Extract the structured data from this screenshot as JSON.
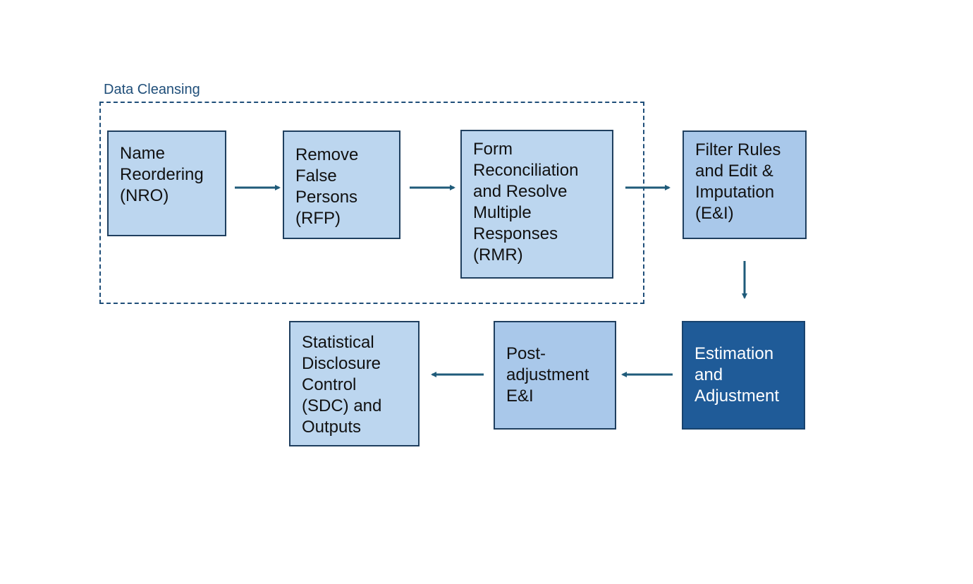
{
  "group": {
    "label": "Data Cleansing"
  },
  "nodes": {
    "nro": {
      "label": "Name Reordering (NRO)"
    },
    "rfp": {
      "label": "Remove False Persons (RFP)"
    },
    "rmr": {
      "label": "Form Reconciliation and Resolve Multiple Responses (RMR)"
    },
    "ei": {
      "label": "Filter Rules and Edit & Imputation (E&I)"
    },
    "est": {
      "label": "Estimation and Adjustment"
    },
    "post": {
      "label": "Post-adjustment E&I"
    },
    "sdc": {
      "label": "Statistical Disclosure Control (SDC) and Outputs"
    }
  },
  "colors": {
    "light": "#bcd6ef",
    "mid": "#a9c8ea",
    "dark": "#1f5b98",
    "line": "#1f5b7a"
  }
}
